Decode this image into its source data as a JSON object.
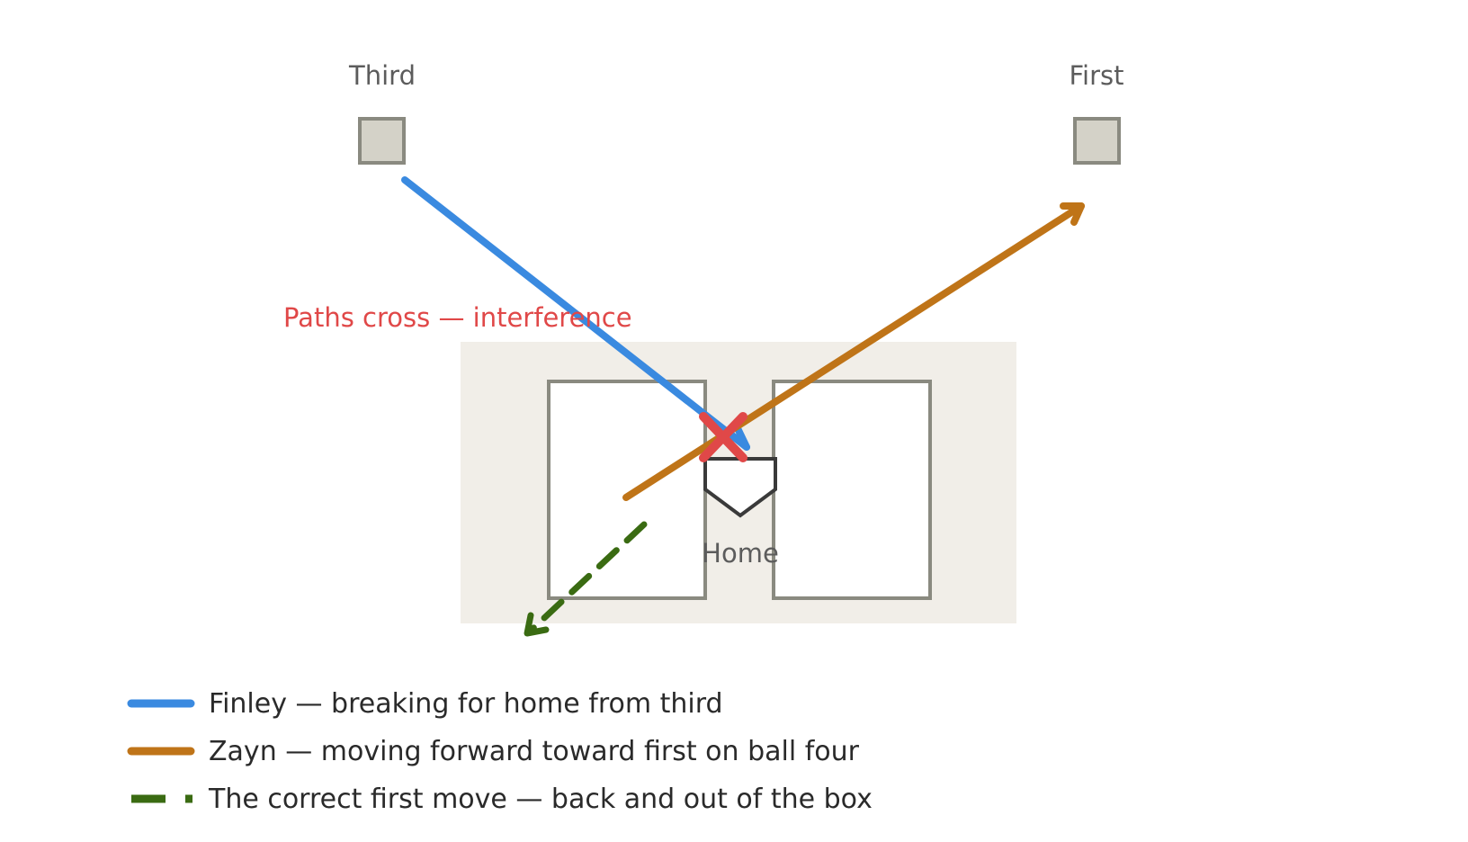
{
  "bases": {
    "third": "Third",
    "first": "First",
    "home": "Home"
  },
  "callout": "Paths cross — interference",
  "legend": [
    {
      "label": "Finley — breaking for home from third",
      "style": "solid",
      "color": "#3a8ae0"
    },
    {
      "label": "Zayn — moving forward toward first on ball four",
      "style": "solid",
      "color": "#bf7418"
    },
    {
      "label": "The correct first move — back and out of the box",
      "style": "dashed",
      "color": "#3a6b12"
    }
  ],
  "colors": {
    "finley_path": "#3a8ae0",
    "zayn_path": "#bf7418",
    "correct_move": "#3a6b12",
    "collision_marker": "#e04848",
    "dirt_area": "#f1eee8",
    "batter_box_border": "#8a8a80",
    "base_fill": "#d4d2c8",
    "home_plate_border": "#3a3a3a"
  },
  "icons": {
    "collision": "x-mark-icon",
    "base": "square-base-icon",
    "home_plate": "home-plate-icon"
  }
}
